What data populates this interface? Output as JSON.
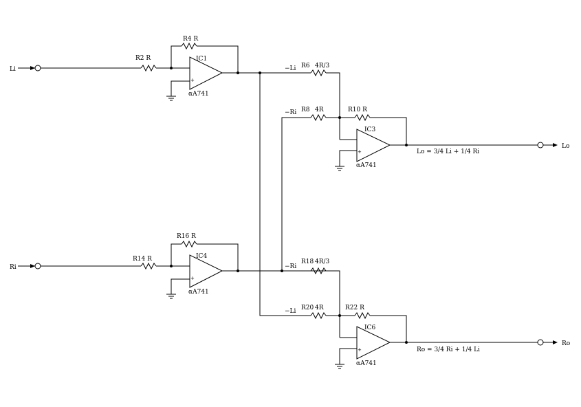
{
  "inputs": {
    "left": "Li",
    "right": "Ri"
  },
  "outputs": {
    "left": "Lo",
    "right": "Ro"
  },
  "opamps": {
    "ic1": {
      "name": "IC1",
      "part": "αA741"
    },
    "ic4": {
      "name": "IC4",
      "part": "αA741"
    },
    "ic3": {
      "name": "IC3",
      "part": "αA741"
    },
    "ic6": {
      "name": "IC6",
      "part": "αA741"
    }
  },
  "resistors": {
    "r2": "R2  R",
    "r4": "R4  R",
    "r6": "R6",
    "r6_value": "4R/3",
    "r8": "R8",
    "r8_value": "4R",
    "r10": "R10  R",
    "r14": "R14  R",
    "r16": "R16  R",
    "r18": "R18",
    "r18_value": "4R/3",
    "r20": "R20",
    "r20_value": "4R",
    "r22": "R22  R"
  },
  "nets": {
    "neg_li_top": "−Li",
    "neg_ri_top": "−Ri",
    "neg_ri_bottom": "−Ri",
    "neg_li_bottom": "−Li"
  },
  "formulas": {
    "lo": "Lo = 3/4 Li + 1/4 Ri",
    "ro": "Ro = 3/4 Ri + 1/4 Li"
  },
  "pin_marks": {
    "plus": "+"
  }
}
